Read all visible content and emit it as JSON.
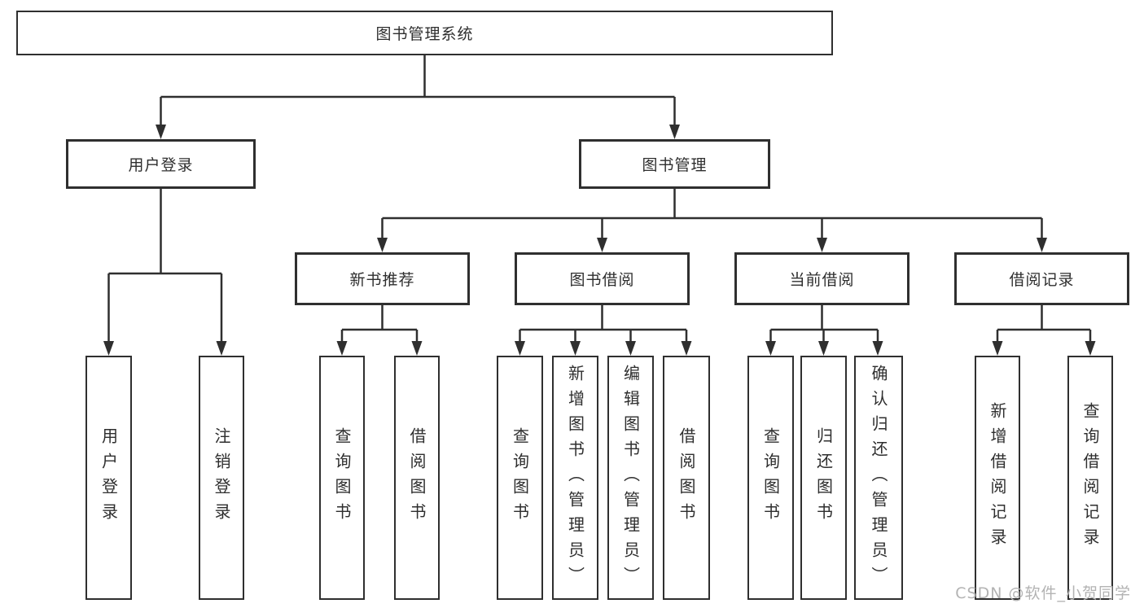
{
  "tree": {
    "label": "图书管理系统",
    "children": [
      {
        "label": "用户登录",
        "children": [
          {
            "label": "用户登录"
          },
          {
            "label": "注销登录"
          }
        ]
      },
      {
        "label": "图书管理",
        "children": [
          {
            "label": "新书推荐",
            "children": [
              {
                "label": "查询图书"
              },
              {
                "label": "借阅图书"
              }
            ]
          },
          {
            "label": "图书借阅",
            "children": [
              {
                "label": "查询图书"
              },
              {
                "label": "新增图书（管理员）"
              },
              {
                "label": "编辑图书（管理员）"
              },
              {
                "label": "借阅图书"
              }
            ]
          },
          {
            "label": "当前借阅",
            "children": [
              {
                "label": "查询图书"
              },
              {
                "label": "归还图书"
              },
              {
                "label": "确认归还（管理员）"
              }
            ]
          },
          {
            "label": "借阅记录",
            "children": [
              {
                "label": "新增借阅记录"
              },
              {
                "label": "查询借阅记录"
              }
            ]
          }
        ]
      }
    ]
  },
  "watermark": "CSDN @软件_小贺同学",
  "colors": {
    "line": "#2f2f2f",
    "box_border": "#2f2f2f",
    "text": "#2e2e2e",
    "watermark": "#b3b3b3",
    "background": "#ffffff"
  }
}
